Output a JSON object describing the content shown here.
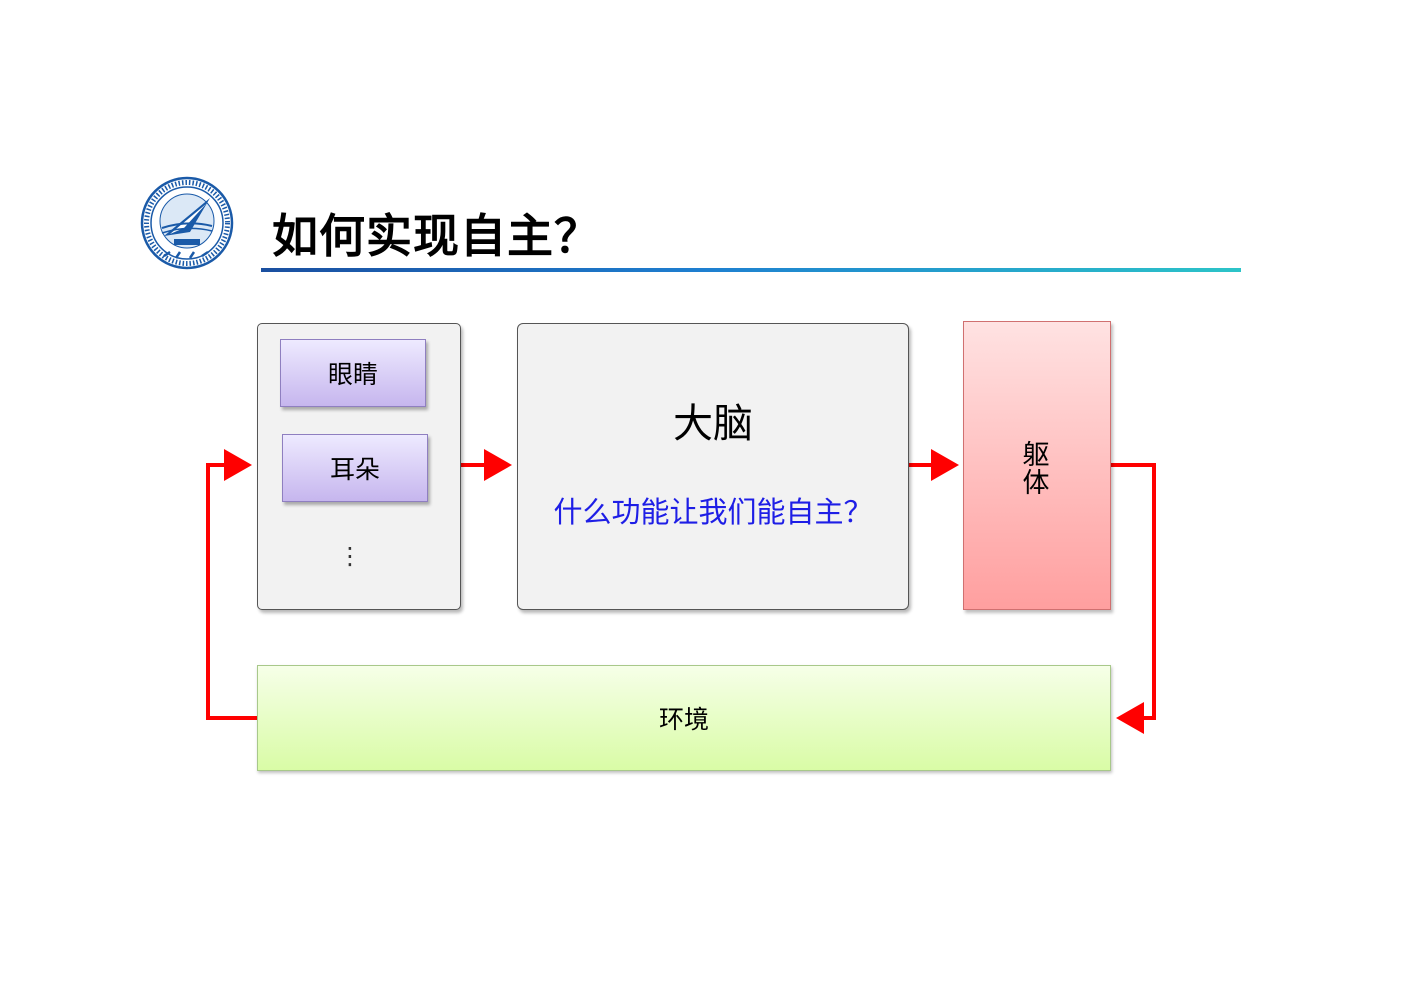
{
  "header": {
    "title": "如何实现自主？",
    "logo_icon": "university-seal-icon"
  },
  "diagram": {
    "sensors": {
      "eyes": "眼睛",
      "ears": "耳朵",
      "more": "⋮"
    },
    "brain": {
      "title": "大脑",
      "question": "什么功能让我们能自主？"
    },
    "body": {
      "label_line1": "躯",
      "label_line2": "体"
    },
    "environment": {
      "label": "环境"
    }
  },
  "colors": {
    "arrow": "#ff0000",
    "question_text": "#1e1ee6",
    "title_rule_start": "#1a4fa0",
    "title_rule_end": "#2cc4c8"
  }
}
